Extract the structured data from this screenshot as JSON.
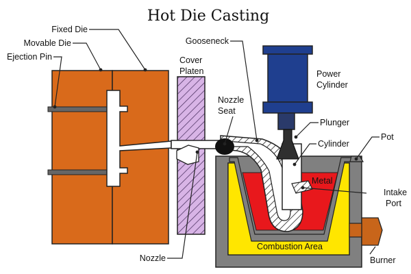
{
  "title": "Hot Die Casting",
  "labels": {
    "fixed_die": "Fixed Die",
    "movable_die": "Movable Die",
    "ejection_pin": "Ejection Pin",
    "cover_platen_line1": "Cover",
    "cover_platen_line2": "Platen",
    "gooseneck": "Gooseneck",
    "power_cylinder_line1": "Power",
    "power_cylinder_line2": "Cylinder",
    "nozzle_seat_line1": "Nozzle",
    "nozzle_seat_line2": "Seat",
    "plunger": "Plunger",
    "cylinder": "Cylinder",
    "pot": "Pot",
    "metal": "Metal",
    "intake_port_line1": "Intake",
    "intake_port_line2": "Port",
    "combustion_area": "Combustion Area",
    "burner": "Burner",
    "nozzle": "Nozzle"
  },
  "colors": {
    "die": "#d96a1b",
    "platen": "#d8b4e6",
    "power_cylinder": "#1f3f8f",
    "metal": "#e8181c",
    "combustion": "#ffe600",
    "pot_frame": "#808080",
    "burner": "#c8651a",
    "outline": "#222222"
  }
}
